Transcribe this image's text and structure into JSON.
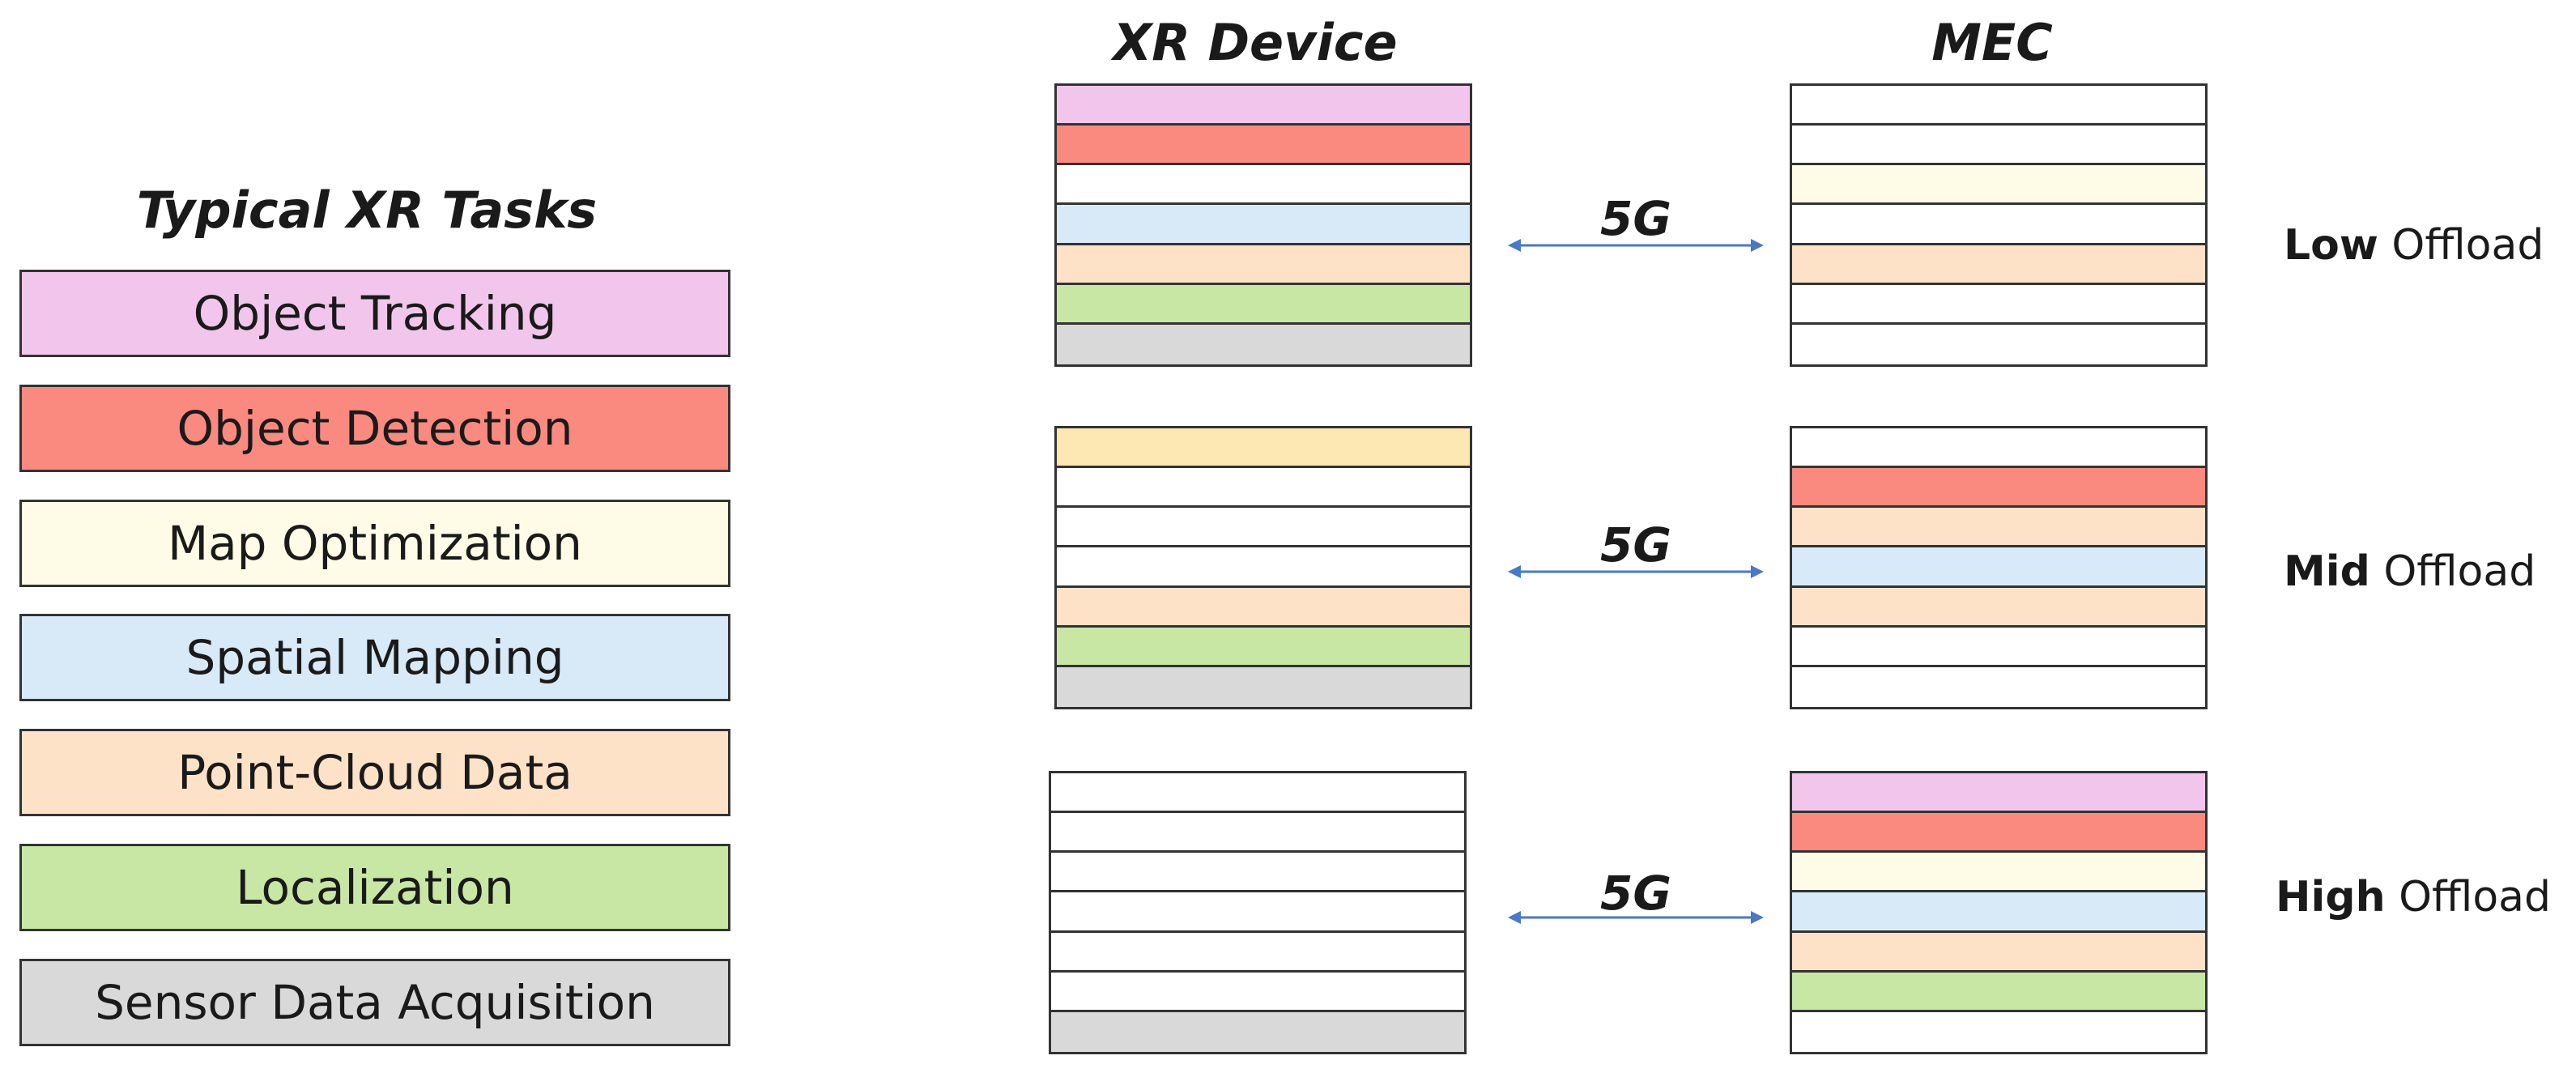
{
  "legend": {
    "title": "Typical XR Tasks",
    "items": [
      {
        "label": "Object Tracking",
        "color": "#f2c6ec"
      },
      {
        "label": "Object Detection",
        "color": "#fa8a80"
      },
      {
        "label": "Map Optimization",
        "color": "#fefbe6"
      },
      {
        "label": "Spatial Mapping",
        "color": "#d8eaf8"
      },
      {
        "label": "Point-Cloud Data",
        "color": "#fde2c8"
      },
      {
        "label": "Localization",
        "color": "#c8e7a4"
      },
      {
        "label": "Sensor Data Acquisition",
        "color": "#d9d9d9"
      }
    ]
  },
  "columns": {
    "device": "XR Device",
    "mec": "MEC"
  },
  "link_label": "5G",
  "link_color": "#4a78c8",
  "scenarios": [
    {
      "level": "Low",
      "suffix": " Offload",
      "device_layers": [
        "Object Tracking",
        "Object Detection",
        "empty",
        "Spatial Mapping",
        "Point-Cloud Data",
        "Localization",
        "Sensor Data Acquisition"
      ],
      "mec_layers": [
        "empty",
        "empty",
        "Map Optimization",
        "empty",
        "Point-Cloud Data",
        "empty",
        "empty"
      ]
    },
    {
      "level": "Mid",
      "suffix": " Offload",
      "device_layers": [
        "Map Optimization*",
        "empty",
        "empty",
        "empty",
        "Point-Cloud Data",
        "Localization",
        "Sensor Data Acquisition"
      ],
      "mec_layers": [
        "empty",
        "Object Detection",
        "Point-Cloud Data",
        "Spatial Mapping",
        "Point-Cloud Data",
        "empty",
        "empty"
      ]
    },
    {
      "level": "High",
      "suffix": " Offload",
      "device_layers": [
        "empty",
        "empty",
        "empty",
        "empty",
        "empty",
        "empty",
        "Sensor Data Acquisition"
      ],
      "mec_layers": [
        "Object Tracking",
        "Object Detection",
        "Map Optimization",
        "Spatial Mapping",
        "Point-Cloud Data",
        "Localization",
        "empty"
      ]
    }
  ],
  "layer_colors": {
    "Map Optimization*": "#fde7b3",
    "empty": "#ffffff"
  }
}
